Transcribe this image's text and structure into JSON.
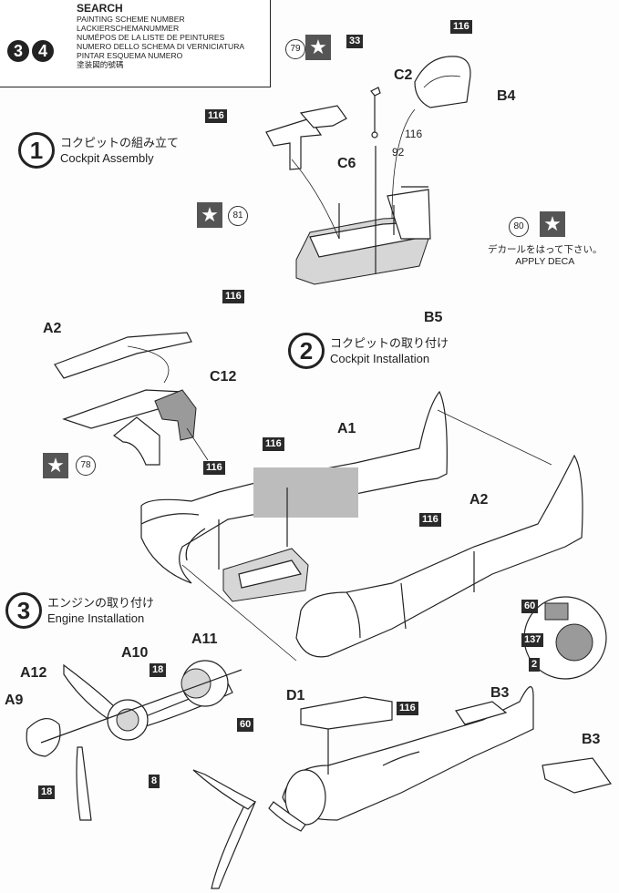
{
  "header": {
    "logo_text": "",
    "logo_sub": "",
    "search_word": "SEARCH",
    "scheme_labels": [
      "PAINTING SCHEME NUMBER",
      "LACKIERSCHEMANUMMER",
      "NUMÉPOS DE LA LISTE DE PEINTURES",
      "NUMERO DELLO SCHEMA DI VERNICIATURA",
      "PINTAR ESQUEMA NUMERO",
      "塗装図的號碼"
    ],
    "scheme_numbers": [
      "3",
      "4"
    ]
  },
  "steps": [
    {
      "number": "1",
      "jp": "コクピットの組み立て",
      "en": "Cockpit Assembly"
    },
    {
      "number": "2",
      "jp": "コクピットの取り付け",
      "en": "Cockpit Installation"
    },
    {
      "number": "3",
      "jp": "エンジンの取り付け",
      "en": "Engine Installation"
    }
  ],
  "color_boxes": {
    "b116_seat": "116",
    "b33": "33",
    "b116_c6": "116",
    "b116_tub": "116",
    "b116_c12": "116",
    "b116_fuse": "116",
    "b116_fuse2": "116",
    "b116_eng": "116",
    "b60_wheel": "60",
    "b137": "137",
    "b2": "2",
    "b18_prop": "18",
    "b60_spinner": "60",
    "b18_blade": "18",
    "b8": "8"
  },
  "part_labels": {
    "c2": "C2",
    "b4": "B4",
    "c6": "C6",
    "b5": "B5",
    "a2_top": "A2",
    "c12": "C12",
    "a1": "A1",
    "a2": "A2",
    "a11": "A11",
    "a10": "A10",
    "a12": "A12",
    "a9": "A9",
    "d1": "D1",
    "b3_top": "B3",
    "b3_side": "B3"
  },
  "small_labels": {
    "c116": "116",
    "c92": "92"
  },
  "decals": {
    "d79": "79",
    "d81": "81",
    "d80": "80",
    "d78": "78"
  },
  "star_glyph": "★",
  "apply_decal": {
    "jp": "デカールをはって下さい。",
    "en": "APPLY DECA"
  }
}
